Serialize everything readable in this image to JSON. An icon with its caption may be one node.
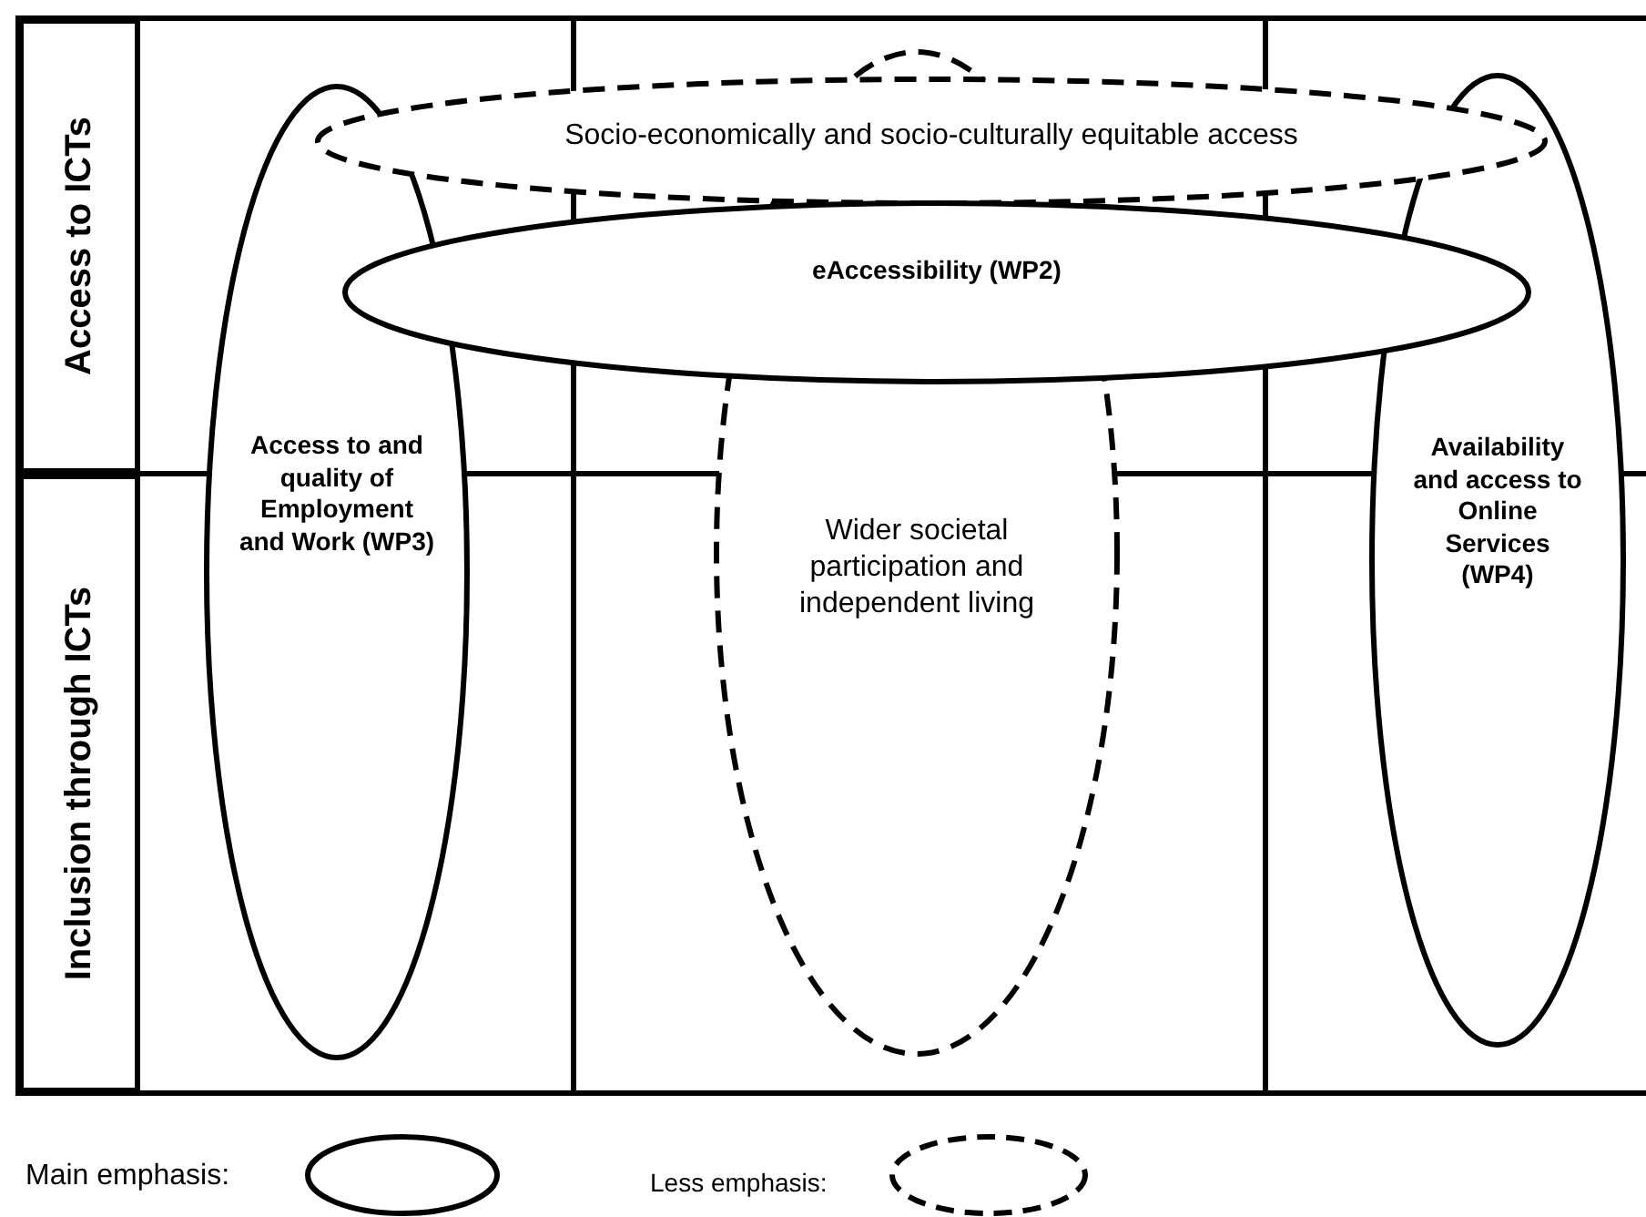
{
  "diagram": {
    "nodes": [
      {
        "text": [
          "Access to ICTs"
        ]
      },
      {
        "text": [
          "Socio-economically and socio-culturally equitable access"
        ]
      },
      {
        "text": [
          "eAccessibility (WP2)"
        ]
      },
      {
        "text": [
          "Access to and quality of Employment and Work (WP3)"
        ]
      },
      {
        "text": [
          "Wider societal participation and independent living"
        ]
      },
      {
        "text": [
          "Availability and access to Online Services (WP4)"
        ]
      },
      {
        "text": [
          "Inclusion through ICTs"
        ]
      }
    ],
    "legend": [
      {
        "text": "Main emphasis:"
      },
      {
        "text": "Less emphasis:"
      }
    ]
  }
}
